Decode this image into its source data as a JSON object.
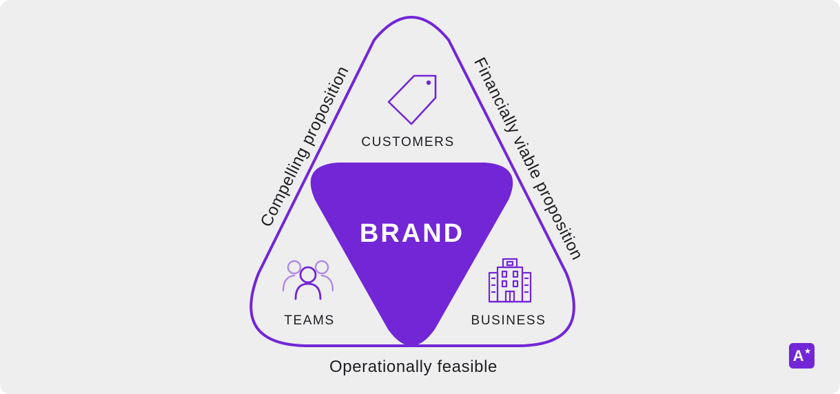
{
  "diagram": {
    "center_label": "BRAND",
    "nodes": {
      "top": "CUSTOMERS",
      "bottom_left": "TEAMS",
      "bottom_right": "BUSINESS"
    },
    "edges": {
      "left": "Compelling proposition",
      "right": "Financially viable proposition",
      "bottom": "Operationally feasible"
    }
  },
  "colors": {
    "accent": "#7226d6",
    "accent_light": "#b28ae6",
    "background": "#eeeeef",
    "text": "#1e1e22"
  },
  "icons": {
    "top": "price-tag-icon",
    "bottom_left": "team-people-icon",
    "bottom_right": "office-building-icon",
    "logo": "brand-logo-icon"
  }
}
